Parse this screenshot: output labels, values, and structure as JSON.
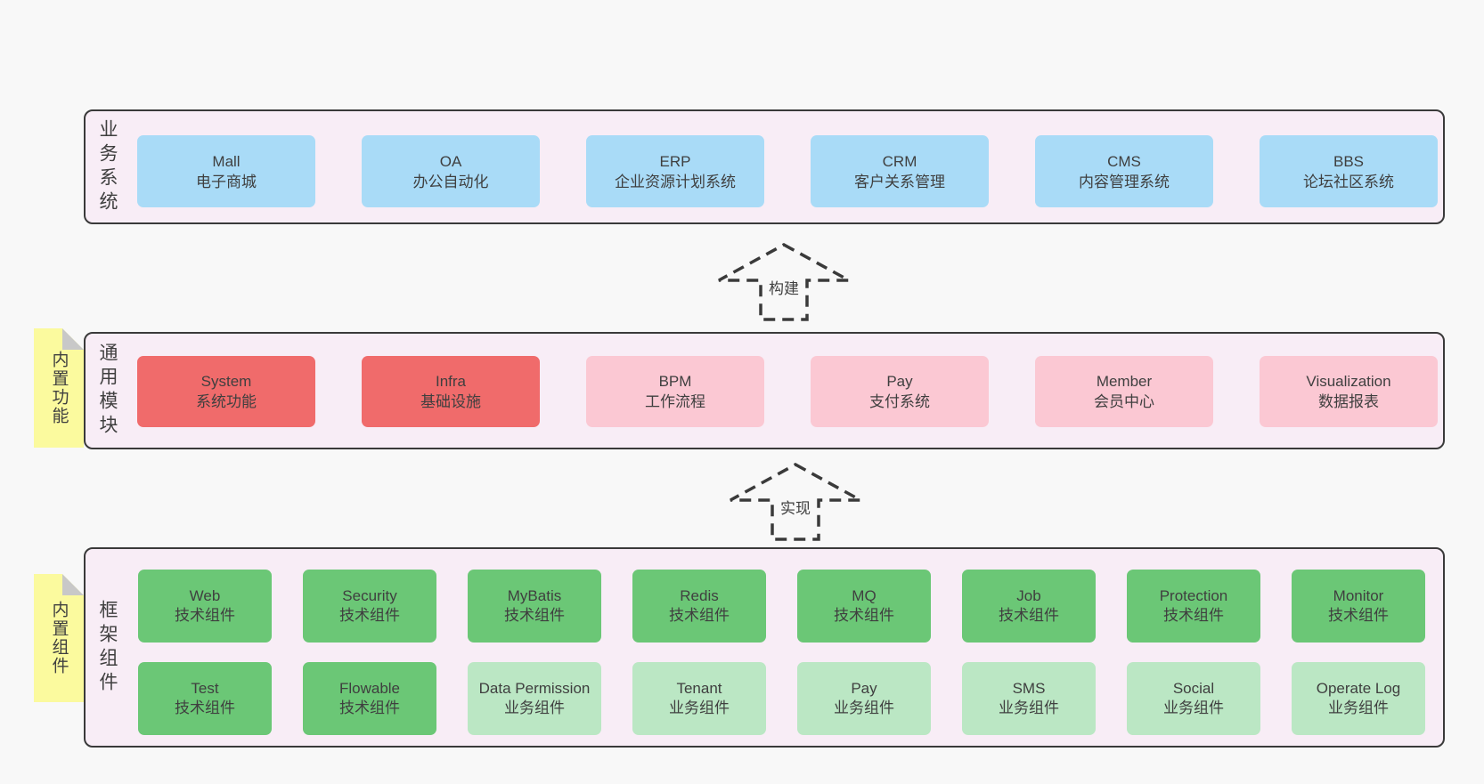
{
  "colors": {
    "page_bg": "#f8f8f8",
    "panel_bg": "#f8edf6",
    "panel_border": "#3a3a3a",
    "text": "#3f3f3f",
    "blue": "#a9dbf7",
    "red": "#f06b6b",
    "pink": "#fbc8d3",
    "green": "#6bc776",
    "green_light": "#bbe7c4",
    "yellow": "#fbfa9e",
    "fold_gray": "#c8c8c8"
  },
  "arrows": [
    {
      "label": "构建"
    },
    {
      "label": "实现"
    }
  ],
  "layers": {
    "business": {
      "side_label": "业务系统",
      "boxes": [
        {
          "title": "Mall",
          "subtitle": "电子商城",
          "variant": "blue"
        },
        {
          "title": "OA",
          "subtitle": "办公自动化",
          "variant": "blue"
        },
        {
          "title": "ERP",
          "subtitle": "企业资源计划系统",
          "variant": "blue"
        },
        {
          "title": "CRM",
          "subtitle": "客户关系管理",
          "variant": "blue"
        },
        {
          "title": "CMS",
          "subtitle": "内容管理系统",
          "variant": "blue"
        },
        {
          "title": "BBS",
          "subtitle": "论坛社区系统",
          "variant": "blue"
        }
      ]
    },
    "modules": {
      "side_label": "通用模块",
      "sticky_label": "内置功能",
      "boxes": [
        {
          "title": "System",
          "subtitle": "系统功能",
          "variant": "red"
        },
        {
          "title": "Infra",
          "subtitle": "基础设施",
          "variant": "red"
        },
        {
          "title": "BPM",
          "subtitle": "工作流程",
          "variant": "pink"
        },
        {
          "title": "Pay",
          "subtitle": "支付系统",
          "variant": "pink"
        },
        {
          "title": "Member",
          "subtitle": "会员中心",
          "variant": "pink"
        },
        {
          "title": "Visualization",
          "subtitle": "数据报表",
          "variant": "pink"
        }
      ]
    },
    "components": {
      "side_label": "框架组件",
      "sticky_label": "内置组件",
      "rows": [
        [
          {
            "title": "Web",
            "subtitle": "技术组件",
            "variant": "green"
          },
          {
            "title": "Security",
            "subtitle": "技术组件",
            "variant": "green"
          },
          {
            "title": "MyBatis",
            "subtitle": "技术组件",
            "variant": "green"
          },
          {
            "title": "Redis",
            "subtitle": "技术组件",
            "variant": "green"
          },
          {
            "title": "MQ",
            "subtitle": "技术组件",
            "variant": "green"
          },
          {
            "title": "Job",
            "subtitle": "技术组件",
            "variant": "green"
          },
          {
            "title": "Protection",
            "subtitle": "技术组件",
            "variant": "green"
          },
          {
            "title": "Monitor",
            "subtitle": "技术组件",
            "variant": "green"
          }
        ],
        [
          {
            "title": "Test",
            "subtitle": "技术组件",
            "variant": "green"
          },
          {
            "title": "Flowable",
            "subtitle": "技术组件",
            "variant": "green"
          },
          {
            "title": "Data Permission",
            "subtitle": "业务组件",
            "variant": "green-light"
          },
          {
            "title": "Tenant",
            "subtitle": "业务组件",
            "variant": "green-light"
          },
          {
            "title": "Pay",
            "subtitle": "业务组件",
            "variant": "green-light"
          },
          {
            "title": "SMS",
            "subtitle": "业务组件",
            "variant": "green-light"
          },
          {
            "title": "Social",
            "subtitle": "业务组件",
            "variant": "green-light"
          },
          {
            "title": "Operate Log",
            "subtitle": "业务组件",
            "variant": "green-light"
          }
        ]
      ]
    }
  }
}
